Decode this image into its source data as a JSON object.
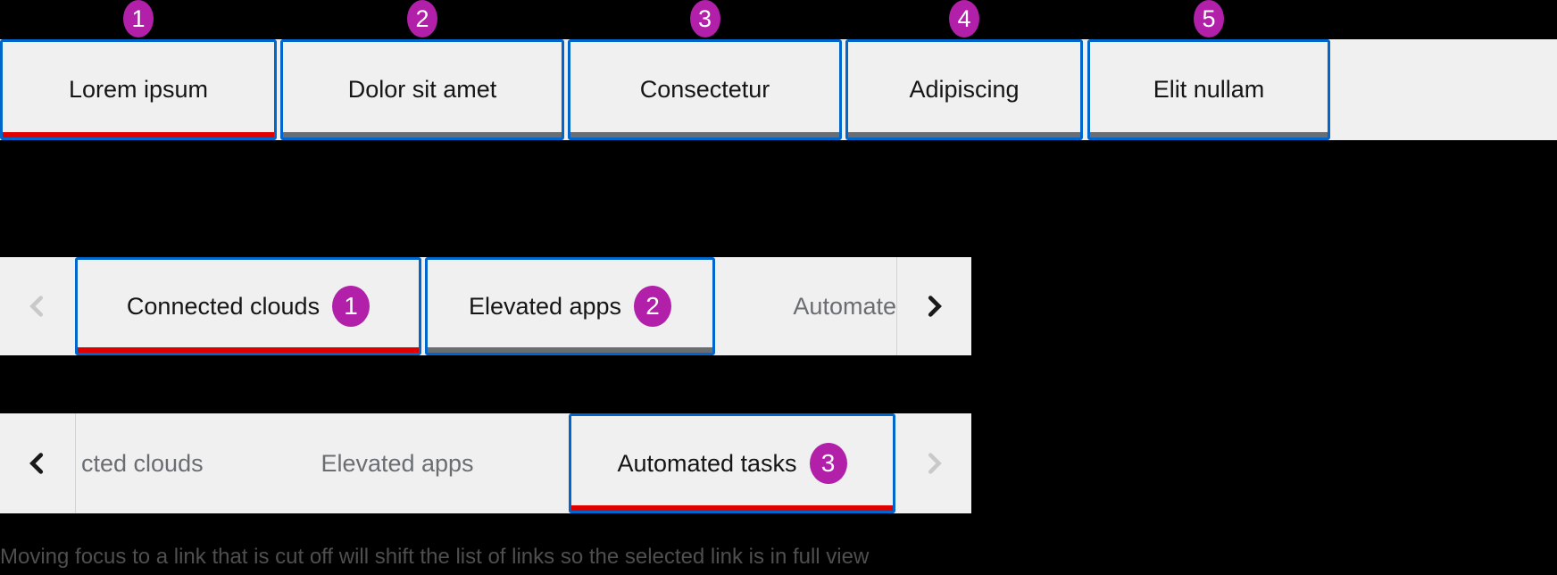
{
  "colors": {
    "focus_border_blue": "#0066cc",
    "selected_underline_red": "#e00000",
    "annotation_badge_magenta": "#b21fa9",
    "tab_background": "#f0f0f0",
    "text_dark": "#151515",
    "text_muted": "#6a6e73",
    "divider": "#d2d2d2",
    "page_background": "#000000"
  },
  "figure1": {
    "tabs": [
      {
        "label": "Lorem ipsum",
        "badge": "1",
        "selected": true
      },
      {
        "label": "Dolor sit amet",
        "badge": "2",
        "selected": false
      },
      {
        "label": "Consectetur",
        "badge": "3",
        "selected": false
      },
      {
        "label": "Adipiscing",
        "badge": "4",
        "selected": false
      },
      {
        "label": "Elit nullam",
        "badge": "5",
        "selected": false
      }
    ]
  },
  "figure2": {
    "scroll_left": {
      "icon": "angle-left-icon",
      "disabled": true
    },
    "scroll_right": {
      "icon": "angle-right-icon",
      "disabled": false
    },
    "tabs": [
      {
        "label": "Connected clouds",
        "badge": "1",
        "selected": true,
        "clipped": false
      },
      {
        "label": "Elevated apps",
        "badge": "2",
        "selected": false,
        "clipped": false
      },
      {
        "label": "Automate",
        "selected": false,
        "clipped": true
      }
    ]
  },
  "figure3": {
    "scroll_left": {
      "icon": "angle-left-icon",
      "disabled": false
    },
    "scroll_right": {
      "icon": "angle-right-icon",
      "disabled": true
    },
    "tabs": [
      {
        "label": "cted clouds",
        "selected": false,
        "clipped": true
      },
      {
        "label": "Elevated apps",
        "selected": false,
        "clipped": false
      },
      {
        "label": "Automated tasks",
        "badge": "3",
        "selected": true,
        "clipped": false
      }
    ]
  },
  "caption": "Moving focus to a link that is cut off will shift the list of links so the selected link is in full view"
}
